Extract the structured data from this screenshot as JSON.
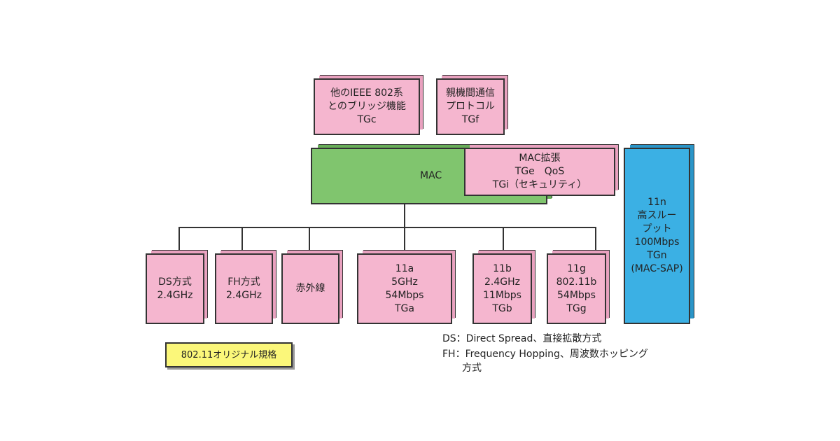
{
  "top_boxes": [
    {
      "lines": [
        "他のIEEE 802系",
        "とのブリッジ機能",
        "TGc"
      ]
    },
    {
      "lines": [
        "親機間通信",
        "プロトコル",
        "TGf"
      ]
    }
  ],
  "mac": {
    "label": "MAC"
  },
  "mac_ext": {
    "lines": [
      "MAC拡張",
      "TGe　QoS",
      "TGi（セキュリティ）"
    ]
  },
  "n11": {
    "lines": [
      "11n",
      "高スルー",
      "プット",
      "100Mbps",
      "TGn",
      "(MAC-SAP)"
    ]
  },
  "phy_boxes": [
    {
      "lines": [
        "DS方式",
        "2.4GHz"
      ]
    },
    {
      "lines": [
        "FH方式",
        "2.4GHz"
      ]
    },
    {
      "lines": [
        "赤外線"
      ]
    },
    {
      "lines": [
        "11a",
        "5GHz",
        "54Mbps",
        "TGa"
      ]
    },
    {
      "lines": [
        "11b",
        "2.4GHz",
        "11Mbps",
        "TGb"
      ]
    },
    {
      "lines": [
        "11g",
        "802.11b",
        "54Mbps",
        "TGg"
      ]
    }
  ],
  "legend": {
    "original": "802.11オリジナル規格"
  },
  "notes": [
    "DS：Direct Spread、直接拡散方式",
    "FH：Frequency Hopping、周波数ホッピング",
    "　　方式"
  ],
  "colors": {
    "pink": "#f5b6cf",
    "green": "#80c56e",
    "blue": "#3bb0e4",
    "yellow": "#fbf77a"
  }
}
